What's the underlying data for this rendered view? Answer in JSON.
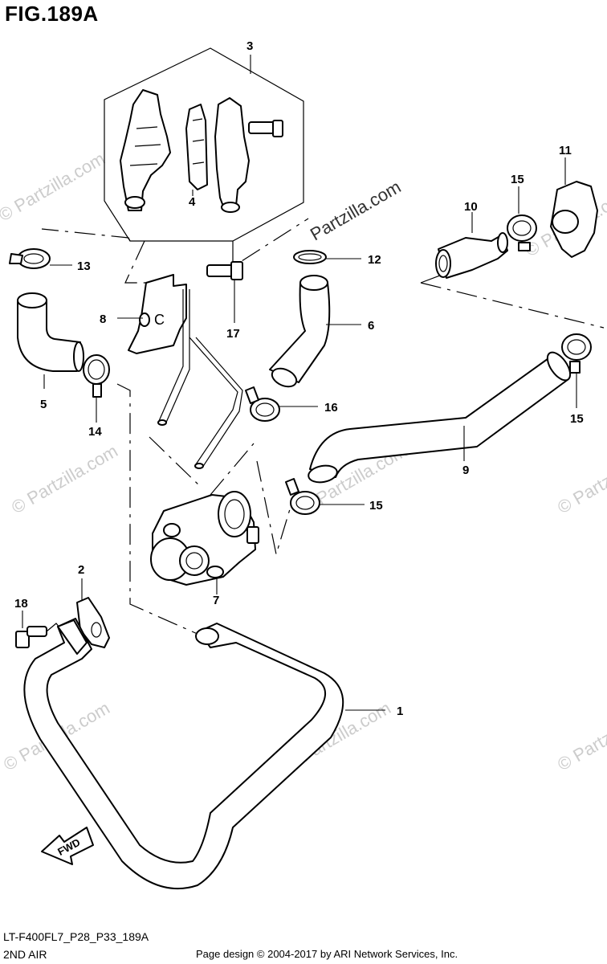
{
  "figure": {
    "title": "FIG.189A",
    "code": "LT-F400FL7_P28_P33_189A",
    "name": "2ND AIR",
    "credit": "Page design © 2004-2017 by ARI Network Services, Inc."
  },
  "watermark": {
    "main": "Partzilla.com",
    "faint": "© Partzilla.com"
  },
  "direction_arrow": {
    "label": "FWD"
  },
  "callouts": [
    {
      "id": "c1",
      "label": "1"
    },
    {
      "id": "c2",
      "label": "2"
    },
    {
      "id": "c3",
      "label": "3"
    },
    {
      "id": "c4",
      "label": "4"
    },
    {
      "id": "c5",
      "label": "5"
    },
    {
      "id": "c6",
      "label": "6"
    },
    {
      "id": "c7",
      "label": "7"
    },
    {
      "id": "c8",
      "label": "8"
    },
    {
      "id": "c9",
      "label": "9"
    },
    {
      "id": "c10",
      "label": "10"
    },
    {
      "id": "c11",
      "label": "11"
    },
    {
      "id": "c12",
      "label": "12"
    },
    {
      "id": "c13",
      "label": "13"
    },
    {
      "id": "c14",
      "label": "14"
    },
    {
      "id": "c15a",
      "label": "15"
    },
    {
      "id": "c15b",
      "label": "15"
    },
    {
      "id": "c15c",
      "label": "15"
    },
    {
      "id": "c16",
      "label": "16"
    },
    {
      "id": "c17",
      "label": "17"
    },
    {
      "id": "c18",
      "label": "18"
    }
  ]
}
